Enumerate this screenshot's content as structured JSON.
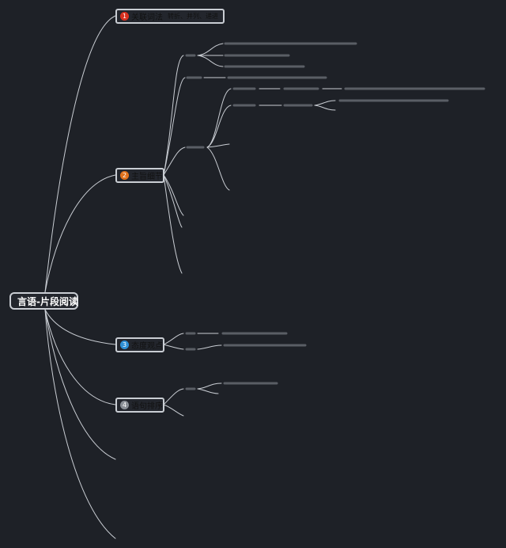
{
  "root": {
    "label": "言语-片段阅读"
  },
  "branches": [
    {
      "number": "1",
      "label": "关联词法",
      "note": "转折、并列、递进",
      "color": "#d9301f"
    },
    {
      "number": "2",
      "label": "主旨细节",
      "color": "#e0711b"
    },
    {
      "number": "3",
      "label": "态度观点",
      "color": "#2d8fd5"
    },
    {
      "number": "4",
      "label": "语句排序",
      "color": "#8a8f96"
    }
  ],
  "colors": {
    "line": "#c9cdd3",
    "background": "#1e2127"
  }
}
